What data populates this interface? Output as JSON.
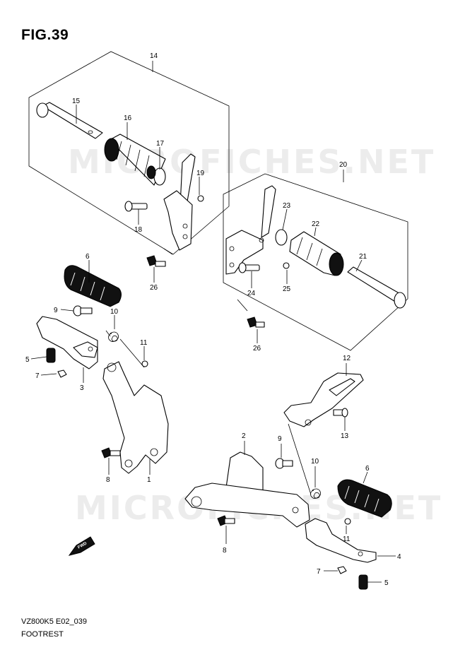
{
  "figure_title": "FIG.39",
  "drawing_code": "VZ800K5 E02_039",
  "caption": "FOOTREST",
  "watermark": "MICROFICHES.NET",
  "fwd_label": "FWD",
  "callouts": {
    "c14": "14",
    "c15": "15",
    "c16": "16",
    "c17": "17",
    "c18": "18",
    "c19": "19",
    "c20": "20",
    "c21": "21",
    "c22": "22",
    "c23": "23",
    "c24": "24",
    "c25": "25",
    "c26a": "26",
    "c26b": "26",
    "c6a": "6",
    "c9a": "9",
    "c10a": "10",
    "c11a": "11",
    "c5a": "5",
    "c7a": "7",
    "c3": "3",
    "c8a": "8",
    "c1": "1",
    "c12": "12",
    "c13": "13",
    "c2": "2",
    "c9b": "9",
    "c10b": "10",
    "c6b": "6",
    "c8b": "8",
    "c11b": "11",
    "c4": "4",
    "c7b": "7",
    "c5b": "5"
  }
}
